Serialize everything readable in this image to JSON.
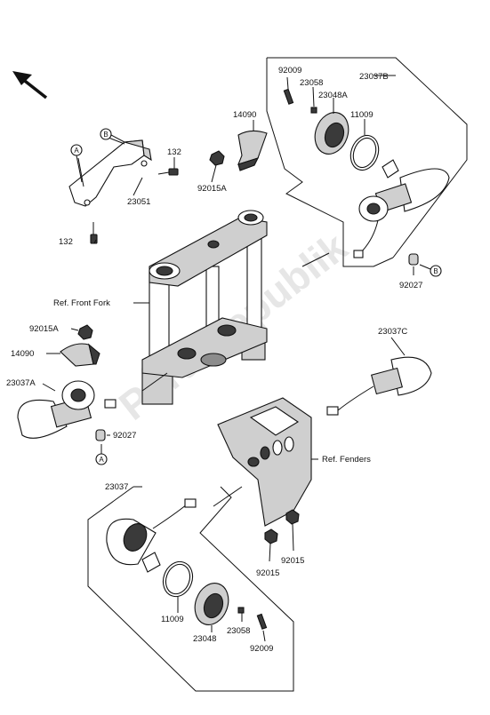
{
  "watermark": "PartsRepublik",
  "callouts": {
    "c92009_top": "92009",
    "c23058_top": "23058",
    "c23048A": "23048A",
    "c23037B": "23037B",
    "c11009_top": "11009",
    "c14090_top": "14090",
    "c92015A_top": "92015A",
    "c132_top": "132",
    "c23051": "23051",
    "c132_bottom": "132",
    "c92027_right": "92027",
    "c_ref_front_fork": "Ref. Front Fork",
    "c92015A_left": "92015A",
    "c14090_left": "14090",
    "c23037A": "23037A",
    "c92027_left": "92027",
    "c23037C": "23037C",
    "c_ref_fenders": "Ref. Fenders",
    "c23037": "23037",
    "c11009_bottom": "11009",
    "c23048": "23048",
    "c23058_bottom": "23058",
    "c92009_bottom": "92009",
    "c92015_a": "92015",
    "c92015_b": "92015"
  },
  "markers": {
    "a_upper": "A",
    "b_upper": "B",
    "b_right": "B",
    "a_lower": "A"
  },
  "icons": {
    "direction": "arrow-up-left-icon"
  }
}
